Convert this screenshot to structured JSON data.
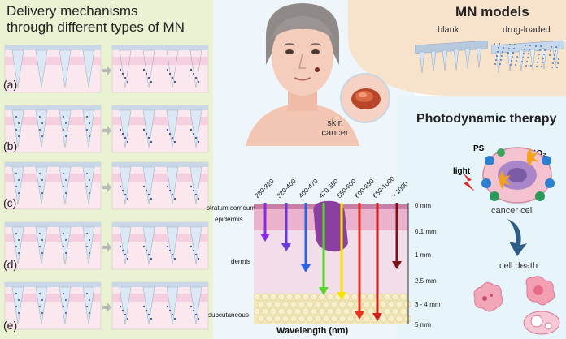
{
  "left": {
    "title_line1": "Delivery mechanisms",
    "title_line2": "through different types of MN",
    "rows": [
      {
        "label": "(a)"
      },
      {
        "label": "(b)"
      },
      {
        "label": "(c)"
      },
      {
        "label": "(d)"
      },
      {
        "label": "(e)"
      }
    ]
  },
  "center": {
    "skin_cancer_line1": "skin",
    "skin_cancer_line2": "cancer",
    "layers": [
      "stratum corneum",
      "epidermis",
      "dermis",
      "subcutaneous"
    ],
    "wavelengths": [
      "280-320",
      "320-400",
      "400-470",
      "470-550",
      "550-600",
      "600-650",
      "650-1000",
      "> 1000"
    ],
    "depths": [
      "0 mm",
      "0.1 mm",
      "1 mm",
      "2.5 mm",
      "3 - 4 mm",
      "5 mm"
    ],
    "axis_label": "Wavelength (nm)",
    "colors": {
      "uv": "#8a2be2",
      "violet": "#6a3ad8",
      "blue": "#2a63e8",
      "green": "#59d62a",
      "yellow": "#f5e400",
      "red1": "#e8321e",
      "red2": "#d1201c",
      "darkred": "#7a1216"
    }
  },
  "mn_models": {
    "title": "MN models",
    "blank": "blank",
    "drug_loaded": "drug-loaded"
  },
  "pdt": {
    "title": "Photodynamic therapy",
    "ps": "PS",
    "singlet_o2": "¹O₂",
    "light": "light",
    "cancer_cell": "cancer cell",
    "cell_death": "cell death"
  }
}
